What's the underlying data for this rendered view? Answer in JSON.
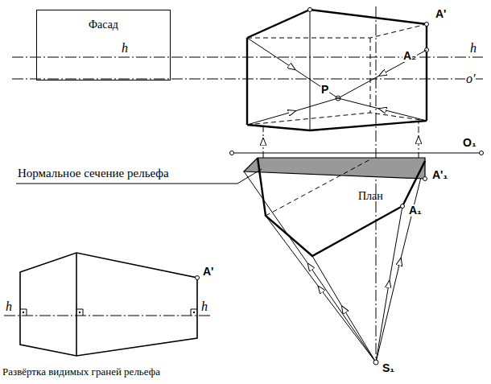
{
  "diagram": {
    "nodes": [
      {
        "text": [
          "Фасад"
        ]
      }
    ],
    "labels": [
      "h",
      "h",
      "o'",
      "P",
      "A'",
      "A₂",
      "O₁",
      "A'₁",
      "A₁",
      "План",
      "S₁",
      "Нормальное сечение рельефа",
      "A'",
      "h",
      "h",
      "Развёртка видимых граней рельефа"
    ]
  }
}
